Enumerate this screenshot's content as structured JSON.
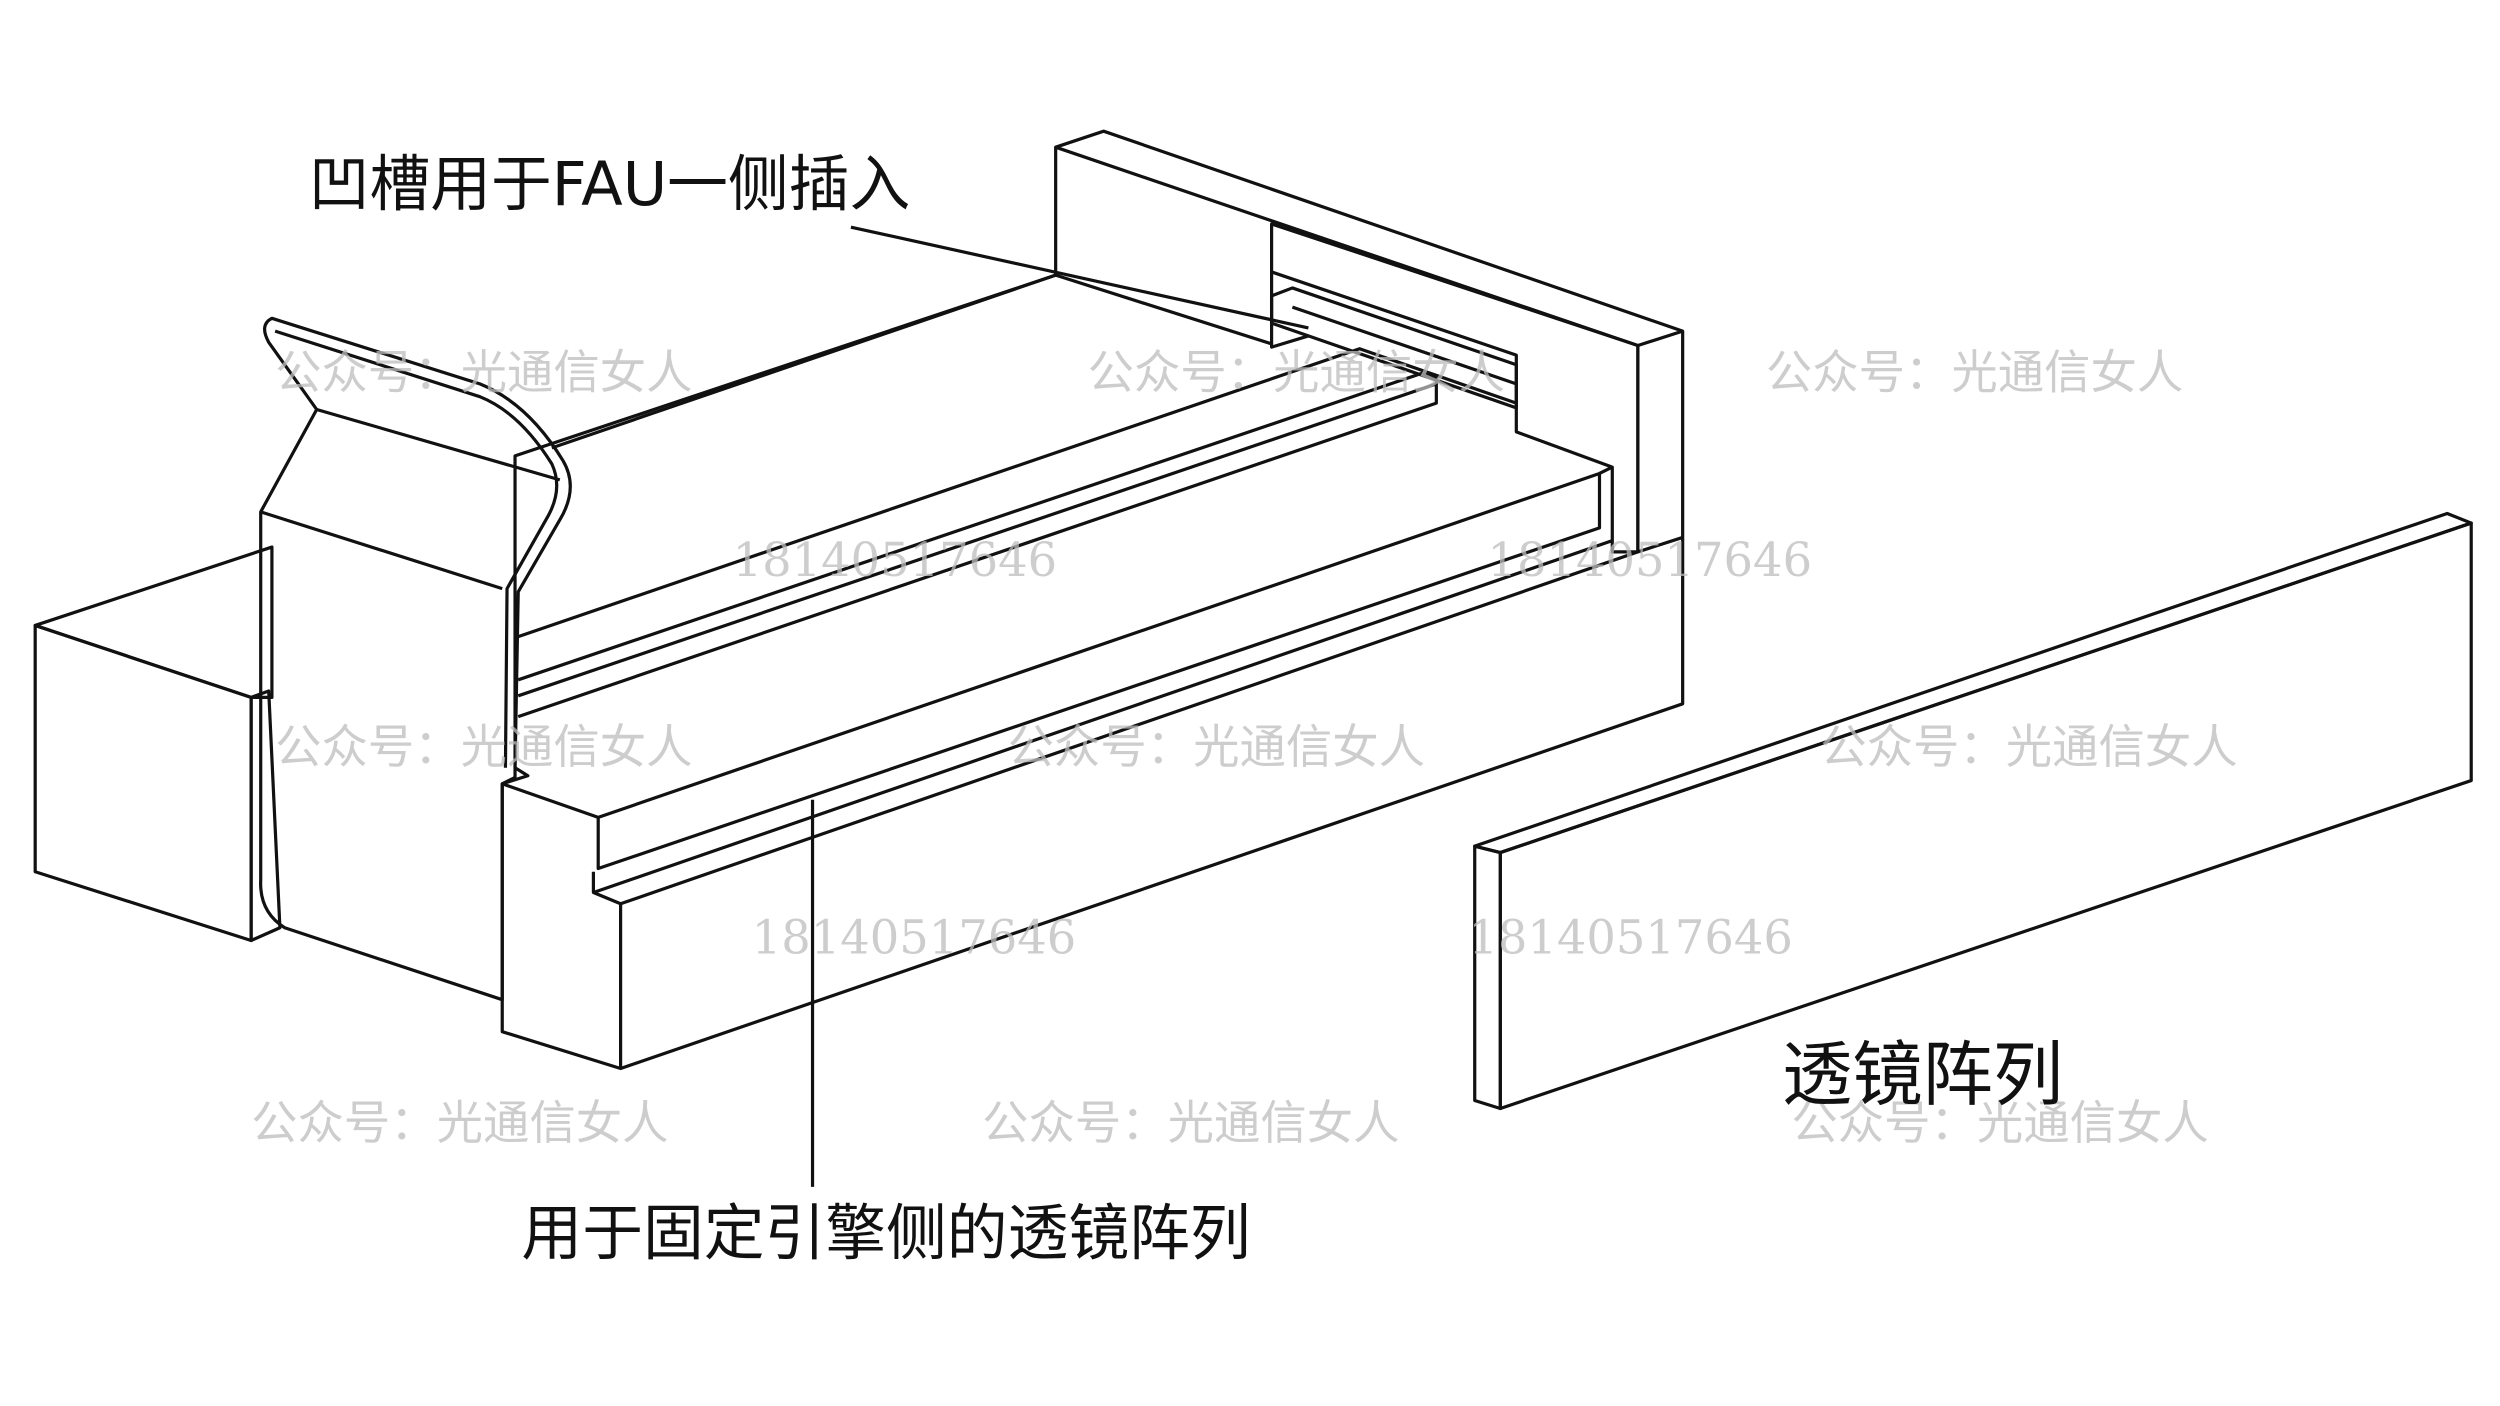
{
  "labels": {
    "groove": "凹槽用于FAU一侧插入",
    "fixed_lens": "用于固定引擎侧的透镜阵列",
    "lens_array": "透镜阵列"
  },
  "watermarks": {
    "account": "公众号：光通信女人",
    "phone": "18140517646"
  },
  "colors": {
    "body": "#2ea6e0",
    "bracket": "#dcdddd",
    "lens": "#8dc21f"
  }
}
